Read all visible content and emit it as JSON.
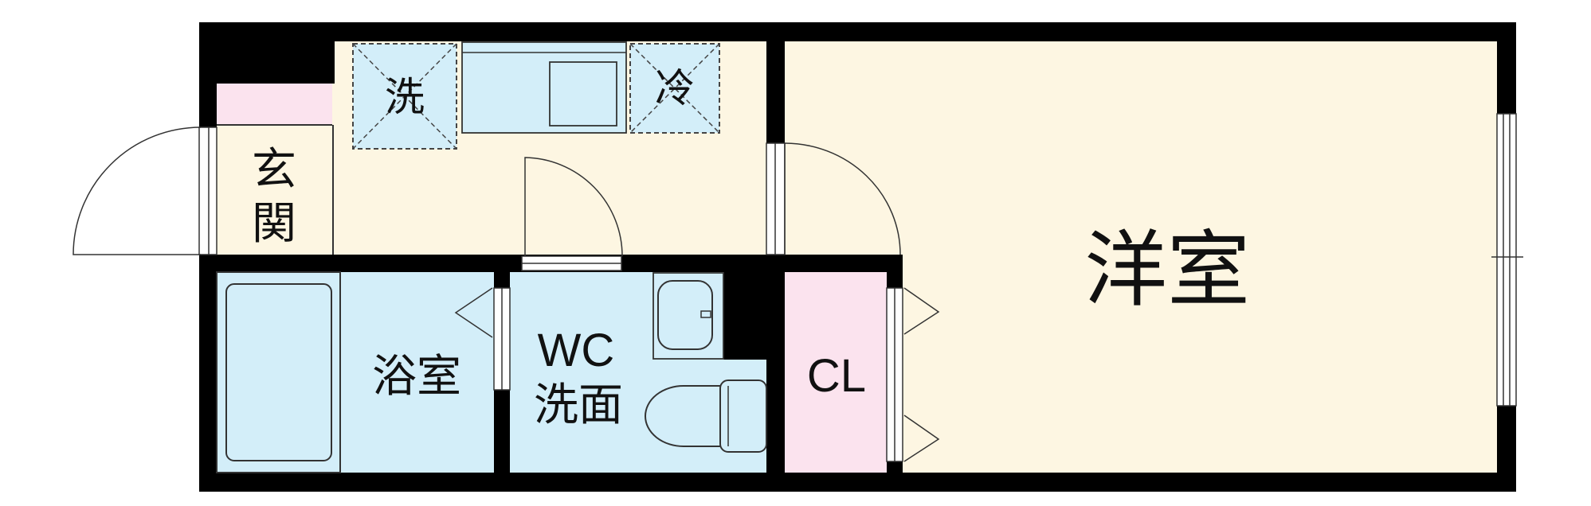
{
  "rooms": {
    "western_room": "洋室",
    "entrance": [
      "玄",
      "関"
    ],
    "bathroom": "浴室",
    "wc_washroom": [
      "WC",
      "洗面"
    ],
    "closet": "CL",
    "washing_machine": "洗",
    "refrigerator": "冷"
  },
  "colors": {
    "wall": "#000000",
    "floor_living": "#fdf6e2",
    "floor_wet": "#d3eef9",
    "floor_closet": "#fbe3ee",
    "fixture_stroke": "#333333"
  }
}
